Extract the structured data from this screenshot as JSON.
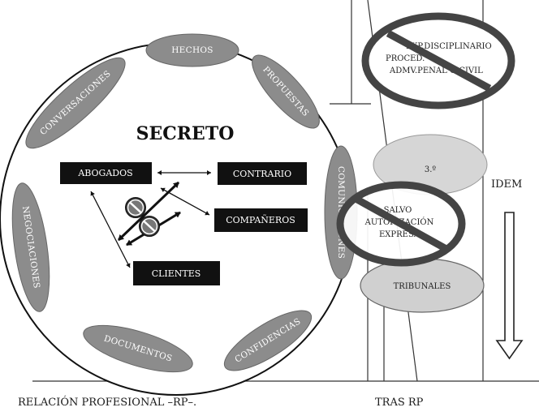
{
  "title": "SECRETO",
  "ring_items": {
    "hechos": "HECHOS",
    "propuestas": "PROPUESTAS",
    "comunicaciones": "COMUNICACIONES",
    "confidencias": "CONFIDENCIAS",
    "documentos": "DOCUMENTOS",
    "negociaciones": "NEGOCIACIONES",
    "conversaciones": "CONVERSACIONES"
  },
  "parties": {
    "abogados": "ABOGADOS",
    "contrario": "CONTRARIO",
    "companeros": "COMPAÑEROS",
    "clientes": "CLIENTES"
  },
  "right_panel": {
    "exp_line1": "EXP.DISCIPLINARIO",
    "exp_line2": "PROCED.",
    "exp_line3": "ADMV.PENAL O CIVIL",
    "tercero": "3.º",
    "salvo_line1": "SALVO",
    "salvo_line2": "AUTORIZACIÓN",
    "salvo_line3": "EXPRESA",
    "tribunales": "TRIBUNALES",
    "idem": "IDEM"
  },
  "footer": {
    "left_label": "RELACIÓN PROFESIONAL –RP–.",
    "right_label": "TRAS RP"
  },
  "colors": {
    "oval_gray": "#8c8c8c",
    "box_black": "#111111",
    "prohibition_outline": "#4a4a4a"
  }
}
